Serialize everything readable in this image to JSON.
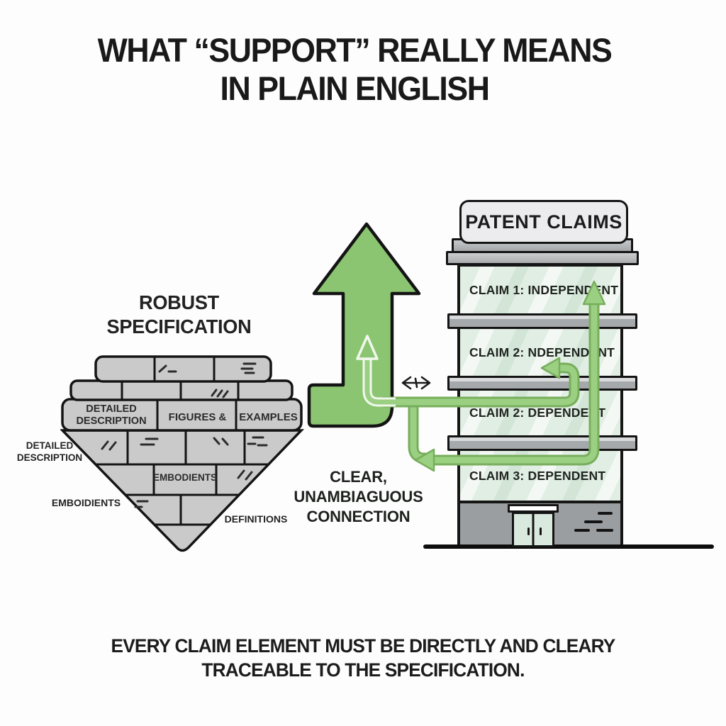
{
  "title": {
    "line1": "WHAT “SUPPORT” REALLY MEANS",
    "line2": "IN PLAIN ENGLISH"
  },
  "specification": {
    "heading_line1": "ROBUST",
    "heading_line2": "SPECIFICATION",
    "bricks": {
      "detailed_description": "DETAILED DESCRIPTION",
      "figures": "FIGURES &",
      "examples": "EXAMPLES",
      "embodiments": "EMBODIENTS"
    },
    "side_labels": {
      "detailed_description": "DETAILED DESCRIPTION",
      "embodiments": "EMBOIDIENTS",
      "definitions": "DEFINITIONS"
    }
  },
  "building": {
    "sign": "PATENT CLAIMS",
    "floors": [
      "CLAIM 1: INDEPENDENT",
      "CLAIM 2: NDEPENDENT",
      "CLAIM 2: DEPENDENT",
      "CLAIM 3: DEPENDENT"
    ]
  },
  "connection": {
    "line1": "CLEAR,",
    "line2": "UNAMBIAGUOUS",
    "line3": "CONNECTION"
  },
  "caption": {
    "line1": "EVERY CLAIM ELEMENT MUST BE DIRECTLY AND CLEARY",
    "line2": "TRACEABLE TO THE SPECIFICATION."
  },
  "colors": {
    "arrow_green": "#8bc571",
    "connector_green": "#9bd083",
    "connector_edge": "#77ae5c",
    "casing": "#f0f8ec",
    "glass": "#e1eee3",
    "slab_gray": "#a8abad",
    "brick_gray": "#cacaca",
    "sign_bg": "#ececee",
    "ground": "#9b9ea1",
    "ink": "#1b1d1b"
  }
}
